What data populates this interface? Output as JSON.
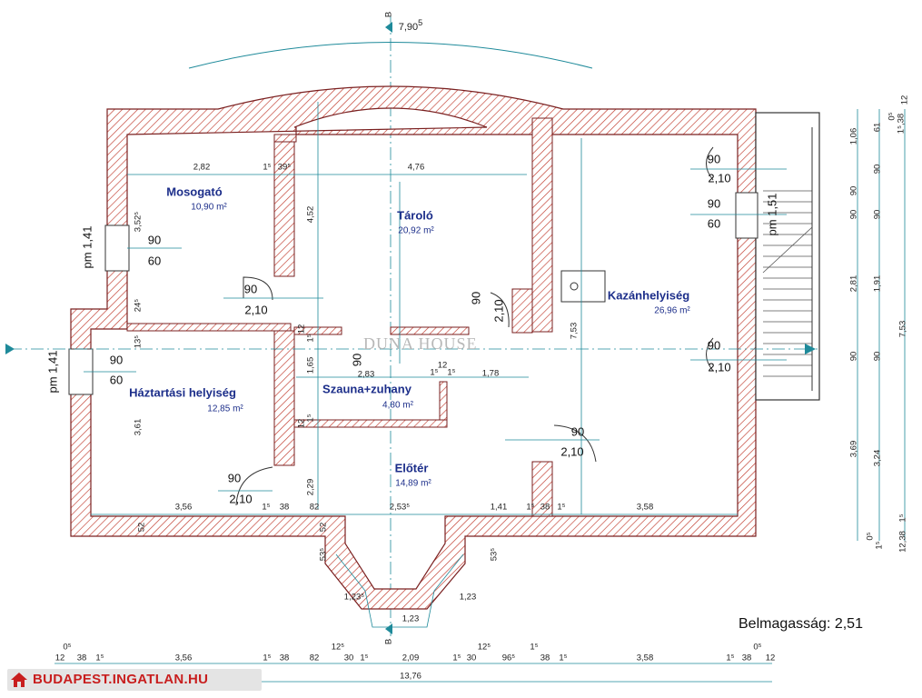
{
  "plan": {
    "ceiling_height_label": "Belmagasság: 2,51",
    "watermark": "DUNA HOUSE",
    "source_badge": "BUDAPEST.INGATLAN.HU",
    "north_marker": "B",
    "top_overall_width": "7,90",
    "top_overall_width_sup": "5",
    "colors": {
      "wall_hatch": "#c0392b",
      "room_text": "#1c2e8a",
      "dim_line": "#1e8a9a",
      "badge_text": "#c81e1e"
    }
  },
  "rooms": [
    {
      "name": "Mosogató",
      "area": "10,90 m²"
    },
    {
      "name": "Tároló",
      "area": "20,92 m²"
    },
    {
      "name": "Kazánhelyiség",
      "area": "26,96 m²"
    },
    {
      "name": "Háztartási helyiség",
      "area": "12,85 m²"
    },
    {
      "name": "Szauna+zuhany",
      "area": "4,80 m²"
    },
    {
      "name": "Előtér",
      "area": "14,89 m²"
    }
  ],
  "doors": [
    {
      "w": "90",
      "h": "2,10"
    },
    {
      "w": "90",
      "h": "2,10"
    },
    {
      "w": "90",
      "h": "2,10"
    },
    {
      "w": "90",
      "h": "2,10"
    },
    {
      "w": "90",
      "h": "2,10"
    },
    {
      "w": "90",
      "h": "2,10"
    }
  ],
  "windows": [
    {
      "w": "90",
      "h": "60",
      "pm": "pm 1,41"
    },
    {
      "w": "90",
      "h": "60",
      "pm": "pm 1,41"
    },
    {
      "w": "90",
      "h": "60",
      "pm": "pm 1,51"
    }
  ],
  "inner_dims": {
    "mosogato_width": "2,82",
    "small_15": "1⁵",
    "small_39": "39⁵",
    "taroló_width": "4,76",
    "mosogato_depth": "3,52⁵",
    "taroló_depth": "4,52",
    "wall_24": "24⁵",
    "wall_135": "13⁵",
    "wall_12a": "12",
    "wall_15a": "1⁵",
    "sauna_165": "1,65",
    "sauna_90": "90",
    "sauna_283": "2,83",
    "sauna_15b": "1⁵",
    "sauna_12b": "12",
    "sauna_15c": "1⁵",
    "corridor_178": "1,78",
    "kazan_753": "7,53",
    "haz_depth": "3,61",
    "wall_12c": "12",
    "wall_15c": "1⁵",
    "elo_229": "2,29",
    "bot_356": "3,56",
    "bot_15": "1⁵",
    "bot_38": "38",
    "bot_82": "82",
    "bot_253": "2,53⁵",
    "bot_141": "1,41",
    "bot_15b": "1⁵",
    "bot_38b": "38",
    "bot_15c": "1⁵",
    "bot_358": "3,58",
    "wall_52a": "52",
    "wall_52b": "52",
    "bay_53a": "53⁵",
    "bay_53b": "53⁵",
    "bay_123a": "1,23⁵",
    "bay_123b": "1,23",
    "bay_123c": "1,23"
  },
  "right_dims_a": [
    "1,06",
    "90",
    "90",
    "2,81",
    "90",
    "3,69"
  ],
  "right_dims_b": [
    "61",
    "90",
    "90",
    "1,91",
    "90",
    "3,24"
  ],
  "right_dims_c": [
    "0⁵",
    "1⁵,38",
    "12",
    "7,53",
    "1⁵",
    "12,38"
  ],
  "right_dims_d": [
    "0⁵",
    "1⁵"
  ],
  "bottom_dims": [
    "0⁵",
    "12",
    "38",
    "1⁵",
    "3,56",
    "1⁵",
    "38",
    "82",
    "12⁵",
    "30",
    "1⁵",
    "2,09",
    "1⁵",
    "30",
    "12⁵",
    "96⁵",
    "1⁵",
    "38",
    "1⁵",
    "3,58",
    "1⁵",
    "38",
    "0⁵",
    "12"
  ],
  "bottom_total": "13,76"
}
